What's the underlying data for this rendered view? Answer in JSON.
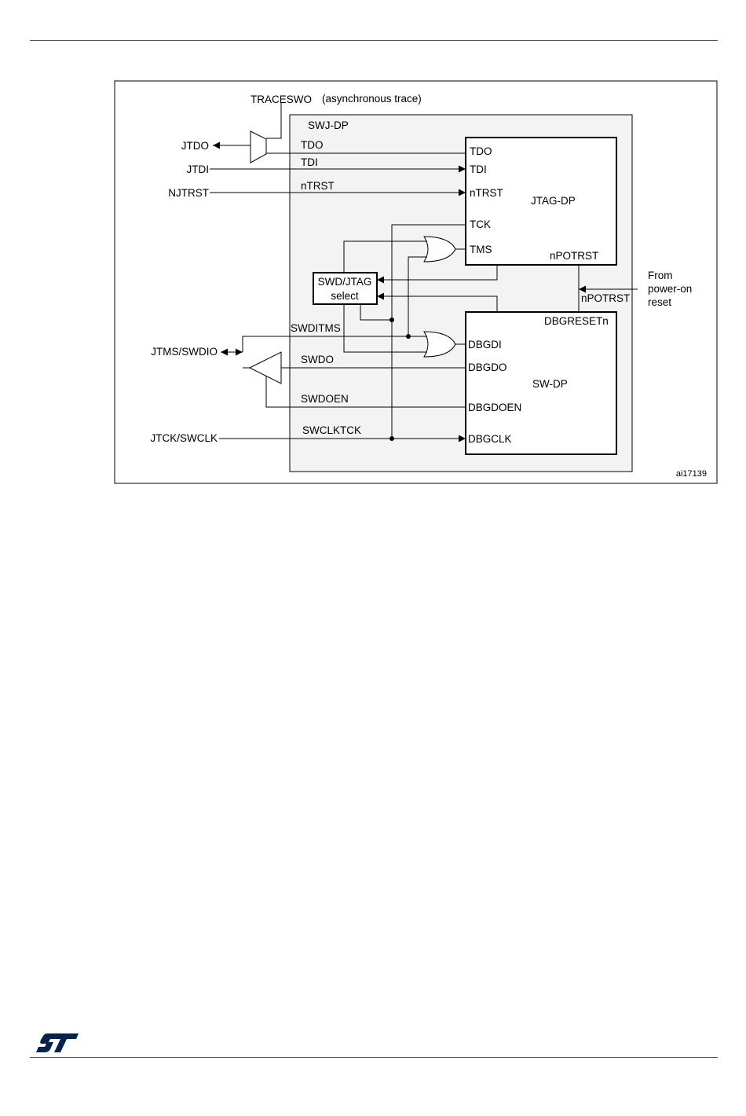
{
  "colors": {
    "frame_fill": "#f3f3f3",
    "line": "#000000",
    "rule": "#555555",
    "logo": "#03234b"
  },
  "diagram": {
    "top_labels": {
      "traceswo": "TRACESWO",
      "async_trace": "(asynchronous trace)"
    },
    "swj_dp": "SWJ-DP",
    "jtag_dp": {
      "title": "JTAG-DP",
      "tdo": "TDO",
      "tdi": "TDI",
      "ntrst": "nTRST",
      "tck": "TCK",
      "tms": "TMS",
      "npotrst": "nPOTRST"
    },
    "sw_dp": {
      "title": "SW-DP",
      "dbgresetn": "DBGRESETn",
      "dbgdi": "DBGDI",
      "dbgdo": "DBGDO",
      "dbgdoen": "DBGDOEN",
      "dbgclk": "DBGCLK"
    },
    "select_box": {
      "line1": "SWD/JTAG",
      "line2": "select"
    },
    "pins": {
      "jtdo": "JTDO",
      "jtdi": "JTDI",
      "njtrst": "NJTRST",
      "jtms_swdio": "JTMS/SWDIO",
      "jtck_swclk": "JTCK/SWCLK"
    },
    "signals": {
      "tdo": "TDO",
      "tdi": "TDI",
      "ntrst": "nTRST",
      "swditms": "SWDITMS",
      "swdo": "SWDO",
      "swdoen": "SWDOEN",
      "swclktck": "SWCLKTCK",
      "npotrst": "nPOTRST"
    },
    "reset_source": {
      "line1": "From",
      "line2": "power-on",
      "line3": "reset"
    },
    "figure_id": "ai17139"
  },
  "footer": {
    "logo": "ST logo"
  }
}
